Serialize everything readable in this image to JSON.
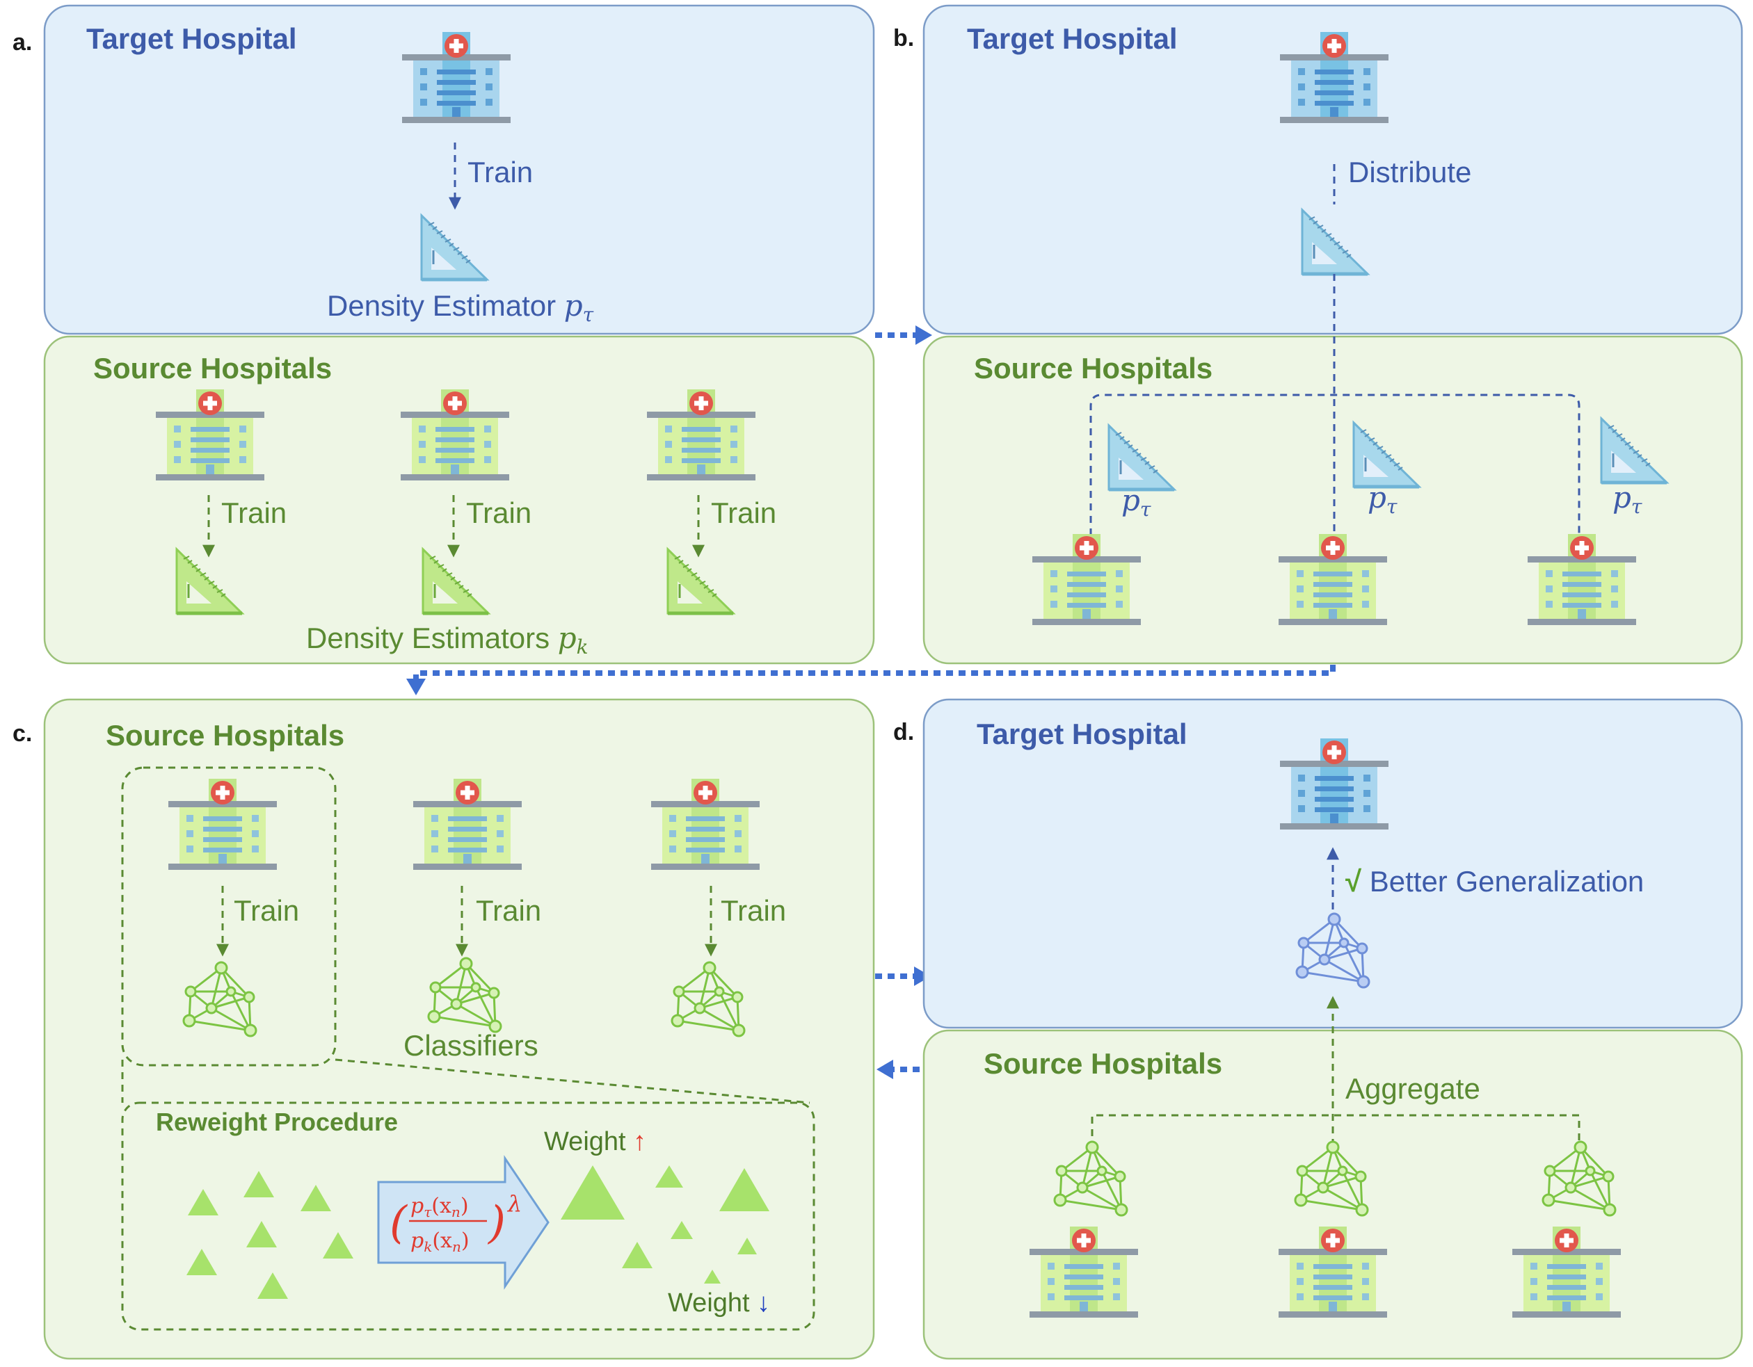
{
  "panel_a": {
    "letter": "a.",
    "target_title": "Target Hospital",
    "source_title": "Source Hospitals",
    "train_label": "Train",
    "target_estimator_label": "Density Estimator",
    "target_estimator_symbol": "p",
    "target_estimator_sub": "τ",
    "source_train_labels": [
      "Train",
      "Train",
      "Train"
    ],
    "source_estimators_label": "Density Estimators",
    "source_estimators_symbol": "p",
    "source_estimators_sub": "k"
  },
  "panel_b": {
    "letter": "b.",
    "target_title": "Target Hospital",
    "distribute_label": "Distribute",
    "source_title": "Source Hospitals",
    "estimator_symbol": "p",
    "estimator_sub": "τ"
  },
  "panel_c": {
    "letter": "c.",
    "source_title": "Source Hospitals",
    "train_labels": [
      "Train",
      "Train",
      "Train"
    ],
    "classifiers_label": "Classifiers",
    "reweight_title": "Reweight Procedure",
    "weight_up_label": "Weight",
    "weight_up_arrow": "↑",
    "weight_down_label": "Weight",
    "weight_down_arrow": "↓",
    "formula": {
      "num_p": "p",
      "num_sub": "τ",
      "num_arg": "(x",
      "num_arg_sub": "n",
      "num_close": ")",
      "den_p": "p",
      "den_sub": "k",
      "den_arg": "(x",
      "den_arg_sub": "n",
      "den_close": ")",
      "open_paren": "(",
      "close_paren": ")",
      "exponent": "λ"
    }
  },
  "panel_d": {
    "letter": "d.",
    "target_title": "Target Hospital",
    "check_mark": "√",
    "better_label": "Better Generalization",
    "source_title": "Source Hospitals",
    "aggregate_label": "Aggregate"
  },
  "colors": {
    "blue_panel_fill": "#e2effa",
    "blue_panel_stroke": "#7c9cc8",
    "green_panel_fill": "#eef6e5",
    "green_panel_stroke": "#9cc27a",
    "blue_text": "#3d5ba9",
    "green_text": "#5a8a32",
    "red": "#e03a2e",
    "flow_arrow": "#3f6fd1"
  },
  "icons": [
    "hospital-icon",
    "triangle-ruler-icon",
    "neural-network-icon"
  ]
}
